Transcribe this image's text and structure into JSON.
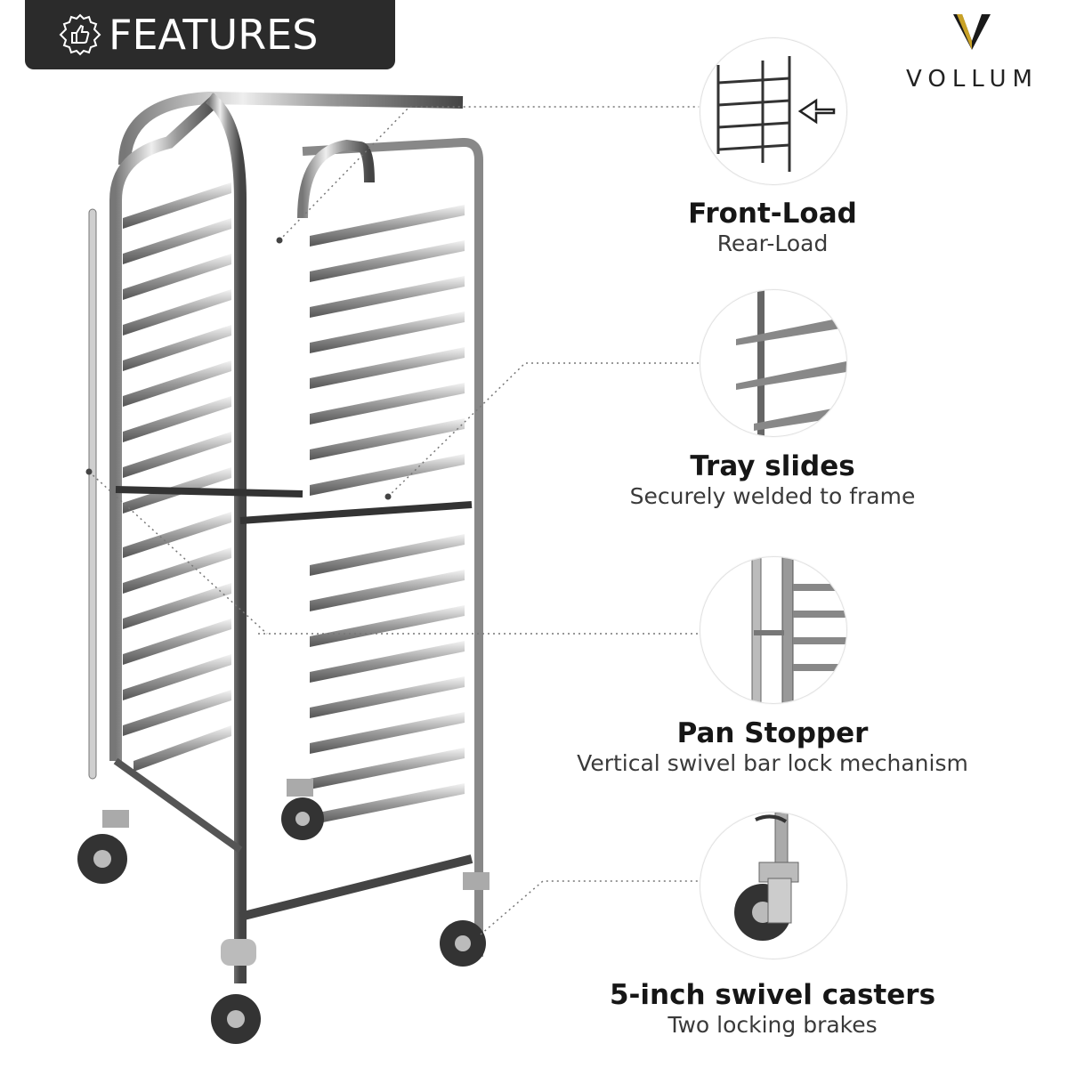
{
  "badge": {
    "label": "FEATURES",
    "icon": "thumbs-up-icon"
  },
  "brand": {
    "name": "VOLLUM",
    "mark_colors": [
      "#c9a227",
      "#1a1a1a"
    ]
  },
  "features": [
    {
      "title": "Front-Load",
      "subtitle": "Rear-Load",
      "icon": "front-load-arrow-icon"
    },
    {
      "title": "Tray slides",
      "subtitle": "Securely welded to frame",
      "icon": "tray-slides-icon"
    },
    {
      "title": "Pan Stopper",
      "subtitle": "Vertical swivel bar lock mechanism",
      "icon": "pan-stopper-icon"
    },
    {
      "title": "5-inch swivel casters",
      "subtitle": "Two locking brakes",
      "icon": "caster-wheel-icon"
    }
  ],
  "colors": {
    "badge_bg": "#2b2b2b",
    "brand_gold": "#c9a227",
    "text_dark": "#161616"
  }
}
